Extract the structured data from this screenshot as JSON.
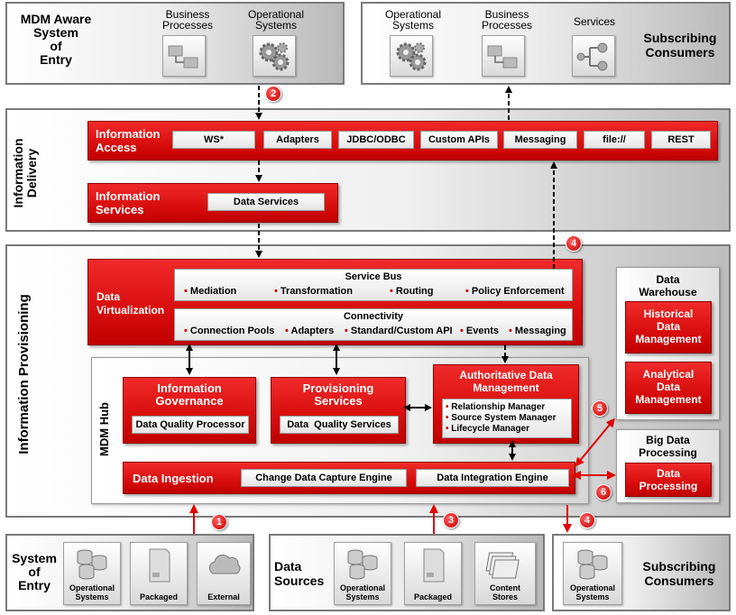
{
  "top_left": {
    "title_lines": [
      "MDM Aware",
      "System",
      "of",
      "Entry"
    ],
    "items": [
      {
        "label_lines": [
          "Business",
          "Processes"
        ],
        "icon": "process-icon"
      },
      {
        "label_lines": [
          "Operational",
          "Systems"
        ],
        "icon": "gears-icon"
      }
    ]
  },
  "top_right": {
    "title_lines": [
      "Subscribing",
      "Consumers"
    ],
    "items": [
      {
        "label_lines": [
          "Operational",
          "Systems"
        ],
        "icon": "gears-icon"
      },
      {
        "label_lines": [
          "Business",
          "Processes"
        ],
        "icon": "process-icon"
      },
      {
        "label_lines": [
          "Services"
        ],
        "icon": "services-icon"
      }
    ]
  },
  "delivery": {
    "label_lines": [
      "Information",
      "Delivery"
    ],
    "access": {
      "title_lines": [
        "Information",
        "Access"
      ],
      "items": [
        "WS*",
        "Adapters",
        "JDBC/ODBC",
        "Custom APIs",
        "Messaging",
        "file://",
        "REST"
      ]
    },
    "services": {
      "title_lines": [
        "Information",
        "Services"
      ],
      "item": "Data Services"
    }
  },
  "provisioning": {
    "label": "Information Provisioning",
    "virtualization": {
      "title_lines": [
        "Data",
        "Virtualization"
      ],
      "service_bus": {
        "title": "Service Bus",
        "items": [
          "Mediation",
          "Transformation",
          "Routing",
          "Policy Enforcement"
        ]
      },
      "connectivity": {
        "title": "Connectivity",
        "items": [
          "Connection Pools",
          "Adapters",
          "Standard/Custom API",
          "Events",
          "Messaging"
        ]
      }
    },
    "mdm_hub": {
      "label": "MDM Hub",
      "governance": {
        "title_lines": [
          "Information",
          "Governance"
        ],
        "item": "Data Quality Processor"
      },
      "provisioning_services": {
        "title_lines": [
          "Provisioning",
          "Services"
        ],
        "item": "Data  Quality Services"
      },
      "authoritative": {
        "title_lines": [
          "Authoritative Data",
          "Management"
        ],
        "items": [
          "Relationship Manager",
          "Source System Manager",
          "Lifecycle Manager"
        ]
      },
      "ingestion": {
        "title": "Data Ingestion",
        "items": [
          "Change Data Capture Engine",
          "Data Integration Engine"
        ]
      }
    },
    "warehouse": {
      "title_lines": [
        "Data",
        "Warehouse"
      ],
      "items": [
        {
          "lines": [
            "Historical",
            "Data",
            "Management"
          ]
        },
        {
          "lines": [
            "Analytical",
            "Data",
            "Management"
          ]
        }
      ]
    },
    "big_data": {
      "title_lines": [
        "Big Data",
        "Processing"
      ],
      "item_lines": [
        "Data",
        "Processing"
      ]
    }
  },
  "bottom": {
    "system_of_entry": {
      "title_lines": [
        "System",
        "of",
        "Entry"
      ],
      "items": [
        {
          "label_lines": [
            "Operational",
            "Systems"
          ],
          "icon": "database-icon"
        },
        {
          "label_lines": [
            "Packaged"
          ],
          "icon": "server-icon"
        },
        {
          "label_lines": [
            "External"
          ],
          "icon": "cloud-icon"
        }
      ]
    },
    "data_sources": {
      "title_lines": [
        "Data",
        "Sources"
      ],
      "items": [
        {
          "label_lines": [
            "Operational",
            "Systems"
          ],
          "icon": "database-icon"
        },
        {
          "label_lines": [
            "Packaged"
          ],
          "icon": "server-icon"
        },
        {
          "label_lines": [
            "Content",
            "Stores"
          ],
          "icon": "documents-icon"
        }
      ]
    },
    "subscribing": {
      "title_lines": [
        "Subscribing",
        "Consumers"
      ],
      "items": [
        {
          "label_lines": [
            "Operational",
            "Systems"
          ],
          "icon": "database-icon"
        }
      ]
    }
  },
  "markers": [
    "1",
    "2",
    "3",
    "4",
    "4",
    "5",
    "6"
  ],
  "colors": {
    "accent_red": "#d80d0d",
    "panel_border": "#7a7a7a",
    "arrow": "#000000",
    "red_arrow": "#e00000"
  }
}
